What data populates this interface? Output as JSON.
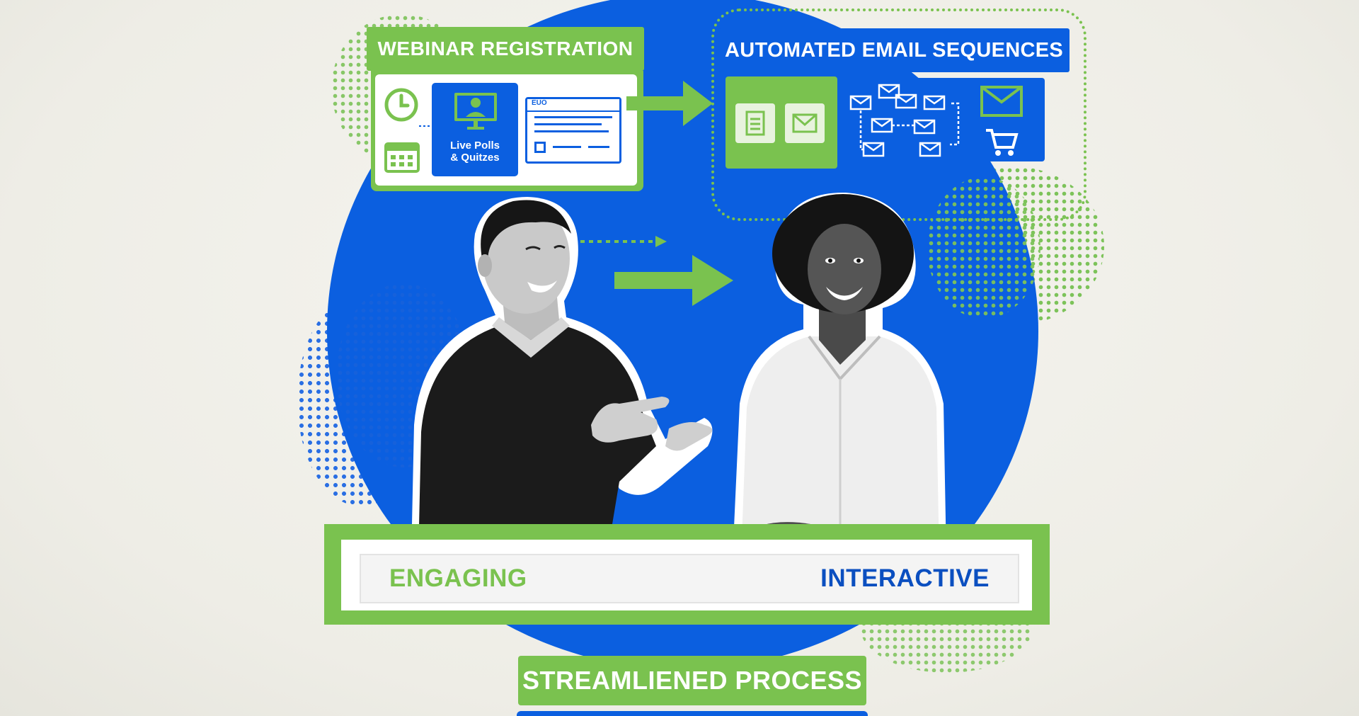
{
  "labels": {
    "registration": "WEBINAR REGISTRATION",
    "email_sequences": "AUTOMATED EMAIL SEQUENCES",
    "polls_line1": "Live Polls",
    "polls_line2": "& Quitzes",
    "form_tag": "EUO",
    "engaging": "ENGAGING",
    "interactive": "INTERACTIVE",
    "process": "STREAMLIENED PROCESS"
  },
  "icons": [
    "clock-icon",
    "calendar-icon",
    "presenter-screen-icon",
    "form-icon",
    "document-icon",
    "envelope-icon",
    "envelope-network-icon",
    "large-envelope-icon",
    "shopping-cart-icon",
    "arrow-right-icon"
  ],
  "colors": {
    "brand_blue": "#0b5fe0",
    "brand_green": "#7ac24f",
    "background": "#f2f1ec",
    "text_blue": "#0b4fc0"
  }
}
